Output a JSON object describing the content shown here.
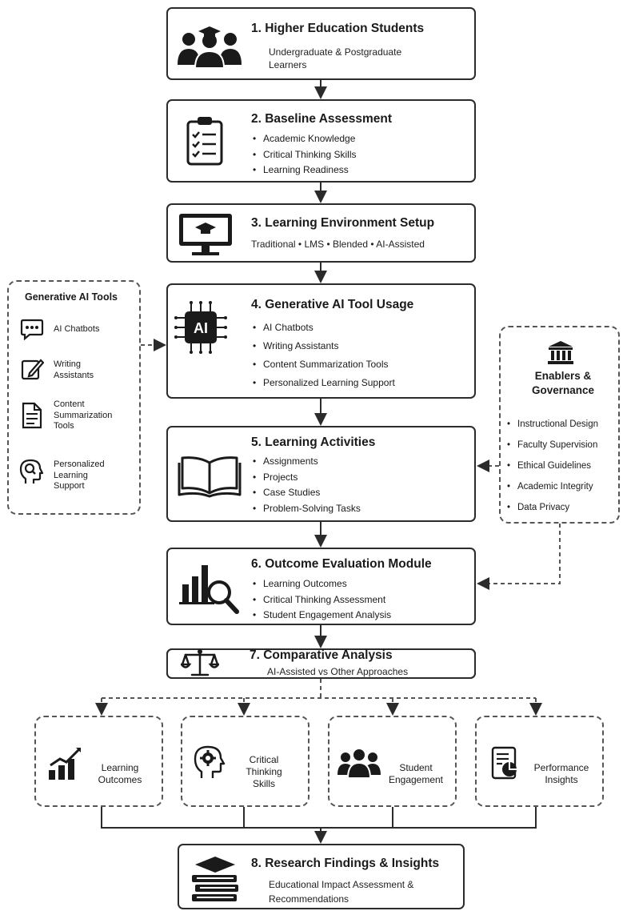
{
  "steps": [
    {
      "title": "1. Higher Education Students",
      "subtitle": "Undergraduate & Postgraduate Learners"
    },
    {
      "title": "2. Baseline Assessment",
      "items": [
        "Academic Knowledge",
        "Critical Thinking Skills",
        "Learning Readiness"
      ]
    },
    {
      "title": "3. Learning Environment Setup",
      "subtitle": "Traditional • LMS • Blended • AI-Assisted"
    },
    {
      "title": "4. Generative AI Tool Usage",
      "items": [
        "AI Chatbots",
        "Writing Assistants",
        "Content Summarization Tools",
        "Personalized Learning Support"
      ]
    },
    {
      "title": "5. Learning Activities",
      "items": [
        "Assignments",
        "Projects",
        "Case Studies",
        "Problem-Solving Tasks"
      ]
    },
    {
      "title": "6. Outcome Evaluation Module",
      "items": [
        "Learning Outcomes",
        "Critical Thinking Assessment",
        "Student Engagement Analysis"
      ]
    },
    {
      "title": "7. Comparative Analysis",
      "subtitle": "AI-Assisted vs Other Approaches"
    },
    {
      "title": "8. Research Findings & Insights",
      "subtitle": "Educational Impact Assessment & Recommendations"
    }
  ],
  "ai_chip_text": "AI",
  "left_panel": {
    "title": "Generative AI Tools",
    "items": [
      {
        "label": "AI Chatbots",
        "icon": "chat-icon"
      },
      {
        "label": "Writing Assistants",
        "icon": "pencil-icon"
      },
      {
        "label": "Content Summarization Tools",
        "icon": "document-icon"
      },
      {
        "label": "Personalized Learning Support",
        "icon": "head-search-icon"
      }
    ]
  },
  "right_panel": {
    "title": "Enablers & Governance",
    "items": [
      "Instructional Design",
      "Faculty Supervision",
      "Ethical Guidelines",
      "Academic Integrity",
      "Data Privacy"
    ]
  },
  "outcomes": [
    {
      "label": "Learning Outcomes",
      "icon": "growth-chart-icon"
    },
    {
      "label": "Critical Thinking Skills",
      "icon": "head-gear-icon"
    },
    {
      "label": "Student Engagement",
      "icon": "people-icon"
    },
    {
      "label": "Performance Insights",
      "icon": "report-icon"
    }
  ],
  "colors": {
    "stroke": "#2b2b2b",
    "dashed": "#555555",
    "background": "#ffffff"
  }
}
